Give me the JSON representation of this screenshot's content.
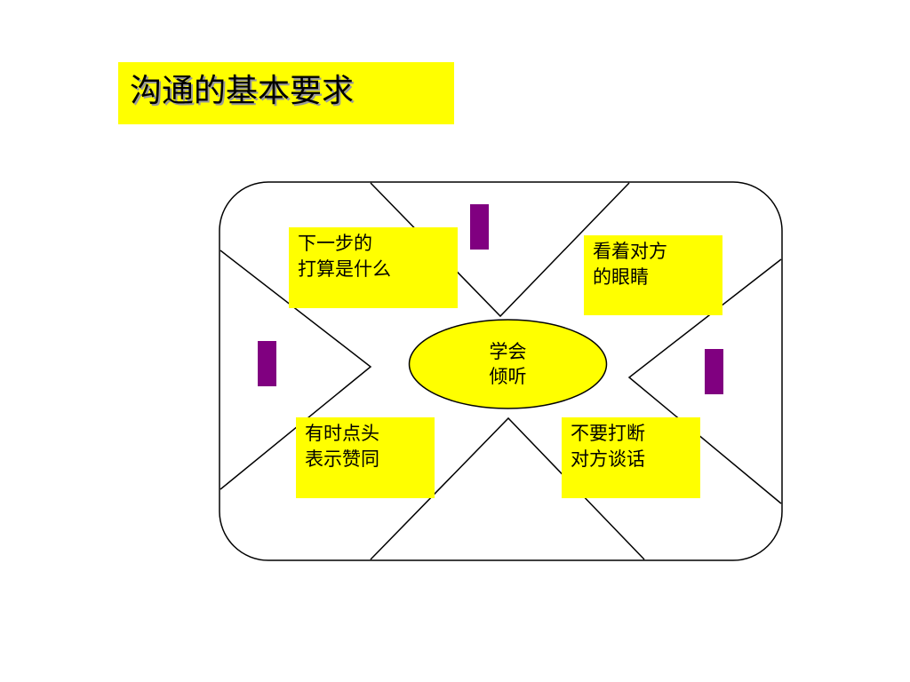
{
  "title": "沟通的基本要求",
  "center": {
    "line1": "学会",
    "line2": "倾听"
  },
  "notes": {
    "top_left": {
      "line1": "下一步的",
      "line2": "打算是什么"
    },
    "top_right": {
      "line1": "看着对方",
      "line2": "的眼睛"
    },
    "bottom_left": {
      "line1": "有时点头",
      "line2": "表示赞同"
    },
    "bottom_right": {
      "line1": "不要打断",
      "line2": "对方谈话"
    }
  },
  "colors": {
    "note_fill": "#ffff00",
    "marker": "#800080",
    "outline": "#000000"
  }
}
